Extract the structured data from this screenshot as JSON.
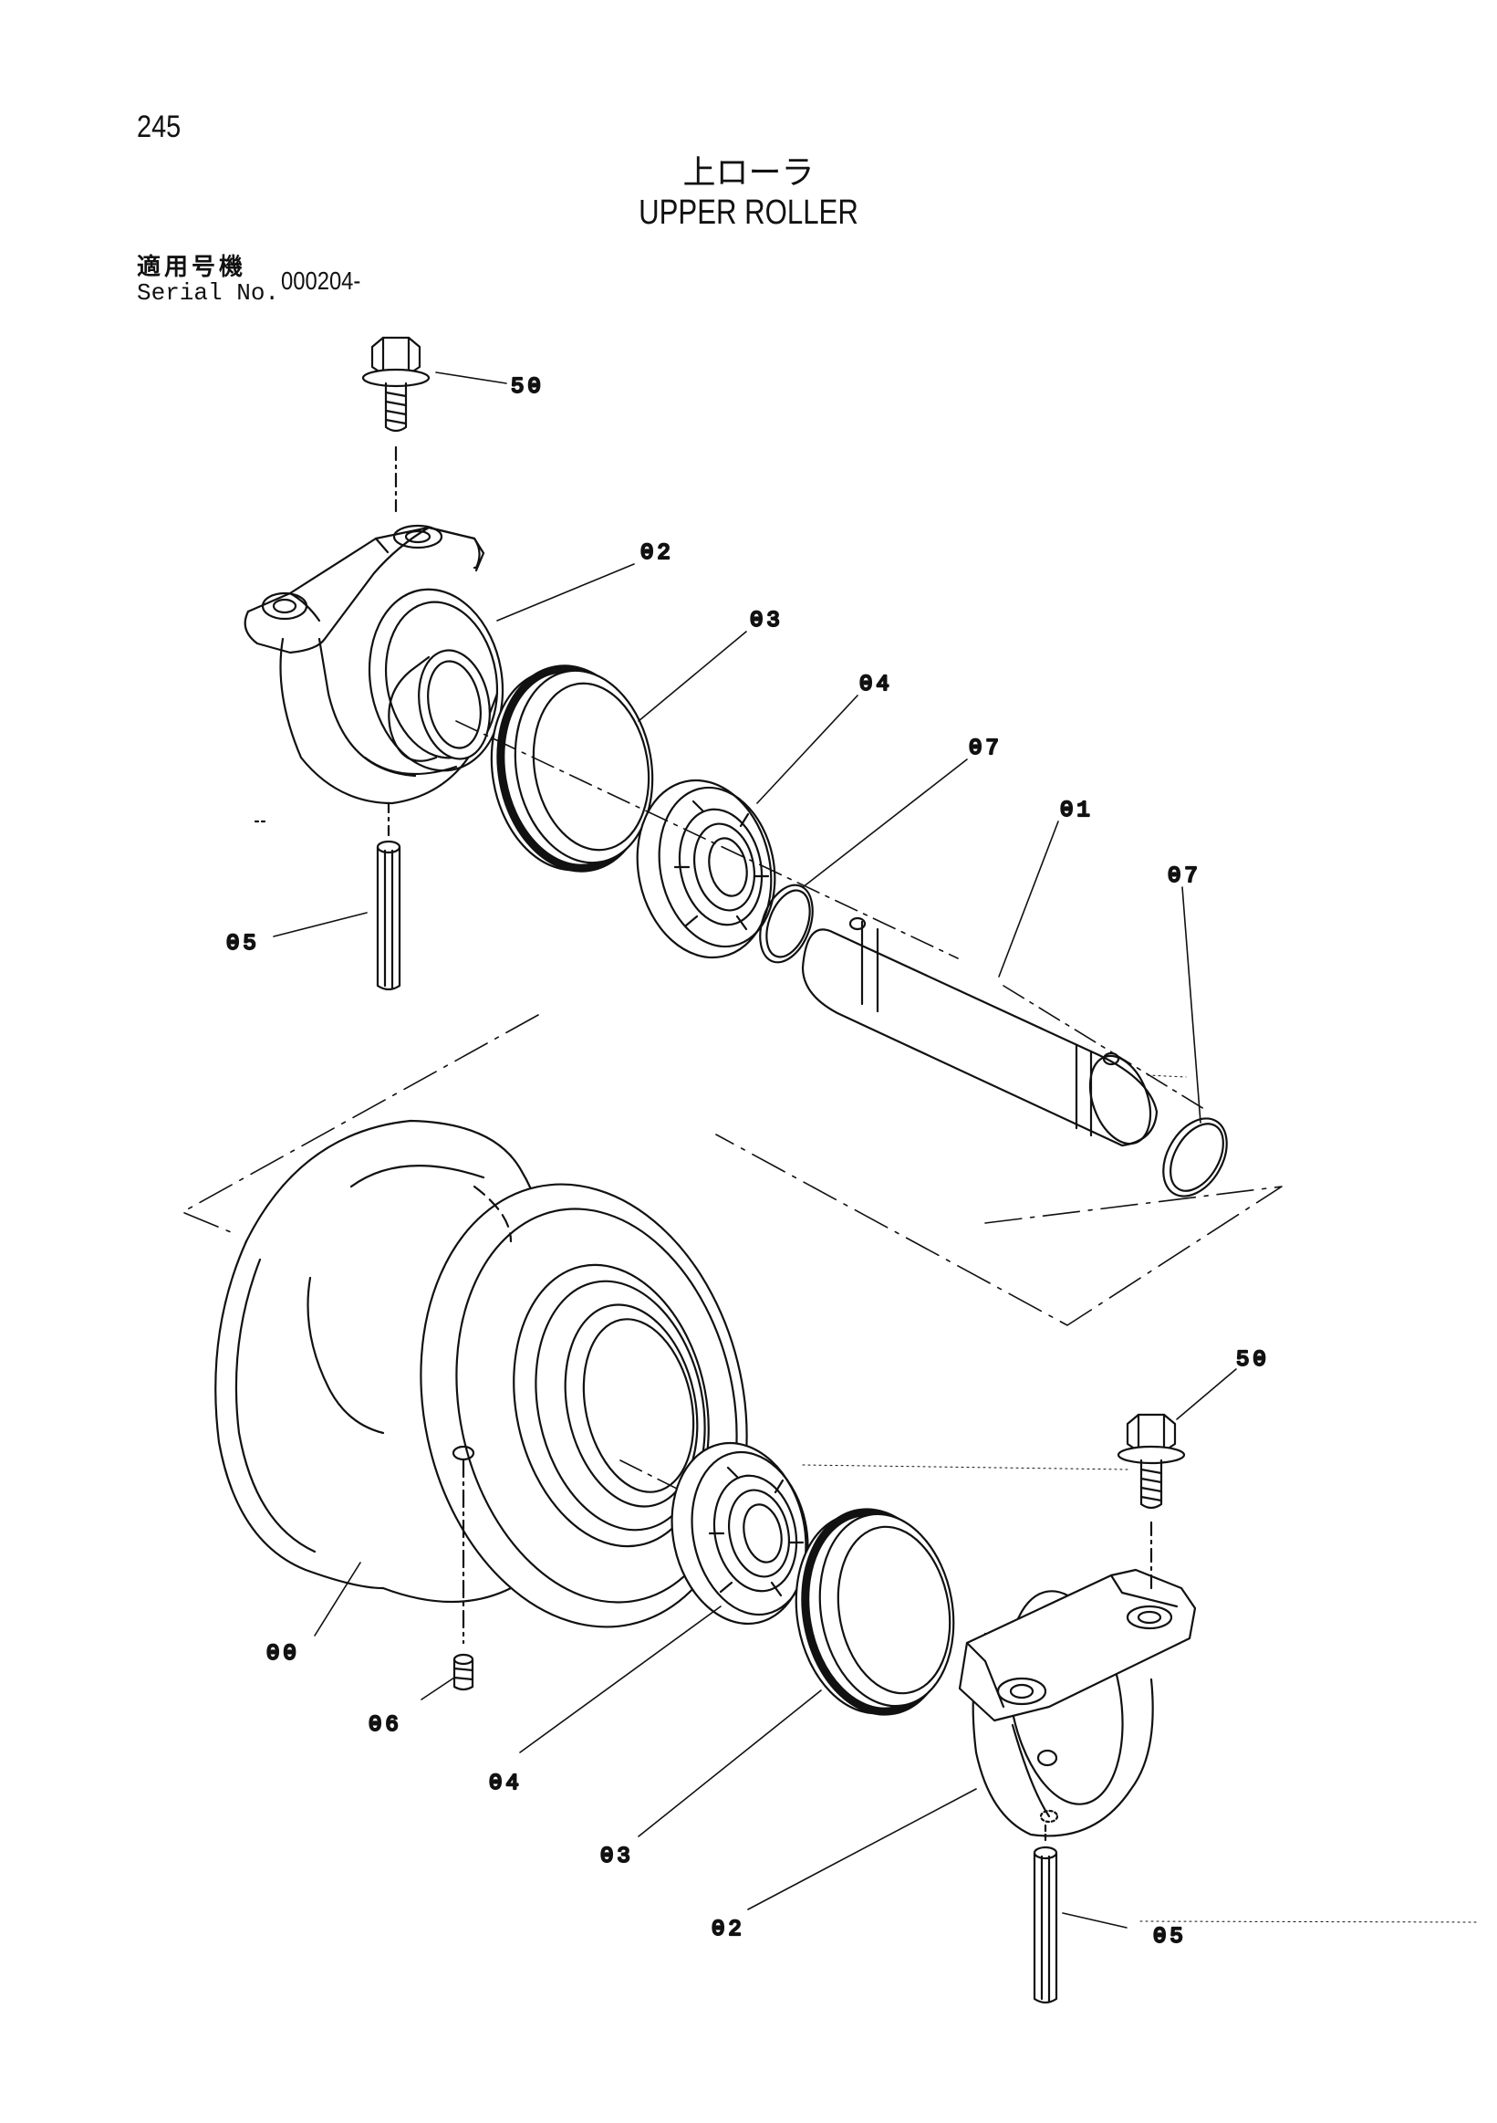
{
  "page_number": "245",
  "title_jp": "上ローラ",
  "title_en": "UPPER ROLLER",
  "serial_label_jp": "適用号機",
  "serial_label_en": "Serial No.",
  "serial_value": "000204-",
  "callouts": {
    "c50a": "50",
    "c02a": "02",
    "c03a": "03",
    "c04a": "04",
    "c07a": "07",
    "c01": "01",
    "c07b": "07",
    "c05a": "05",
    "c50b": "50",
    "c00": "00",
    "c06": "06",
    "c04b": "04",
    "c03b": "03",
    "c02b": "02",
    "c05b": "05"
  }
}
